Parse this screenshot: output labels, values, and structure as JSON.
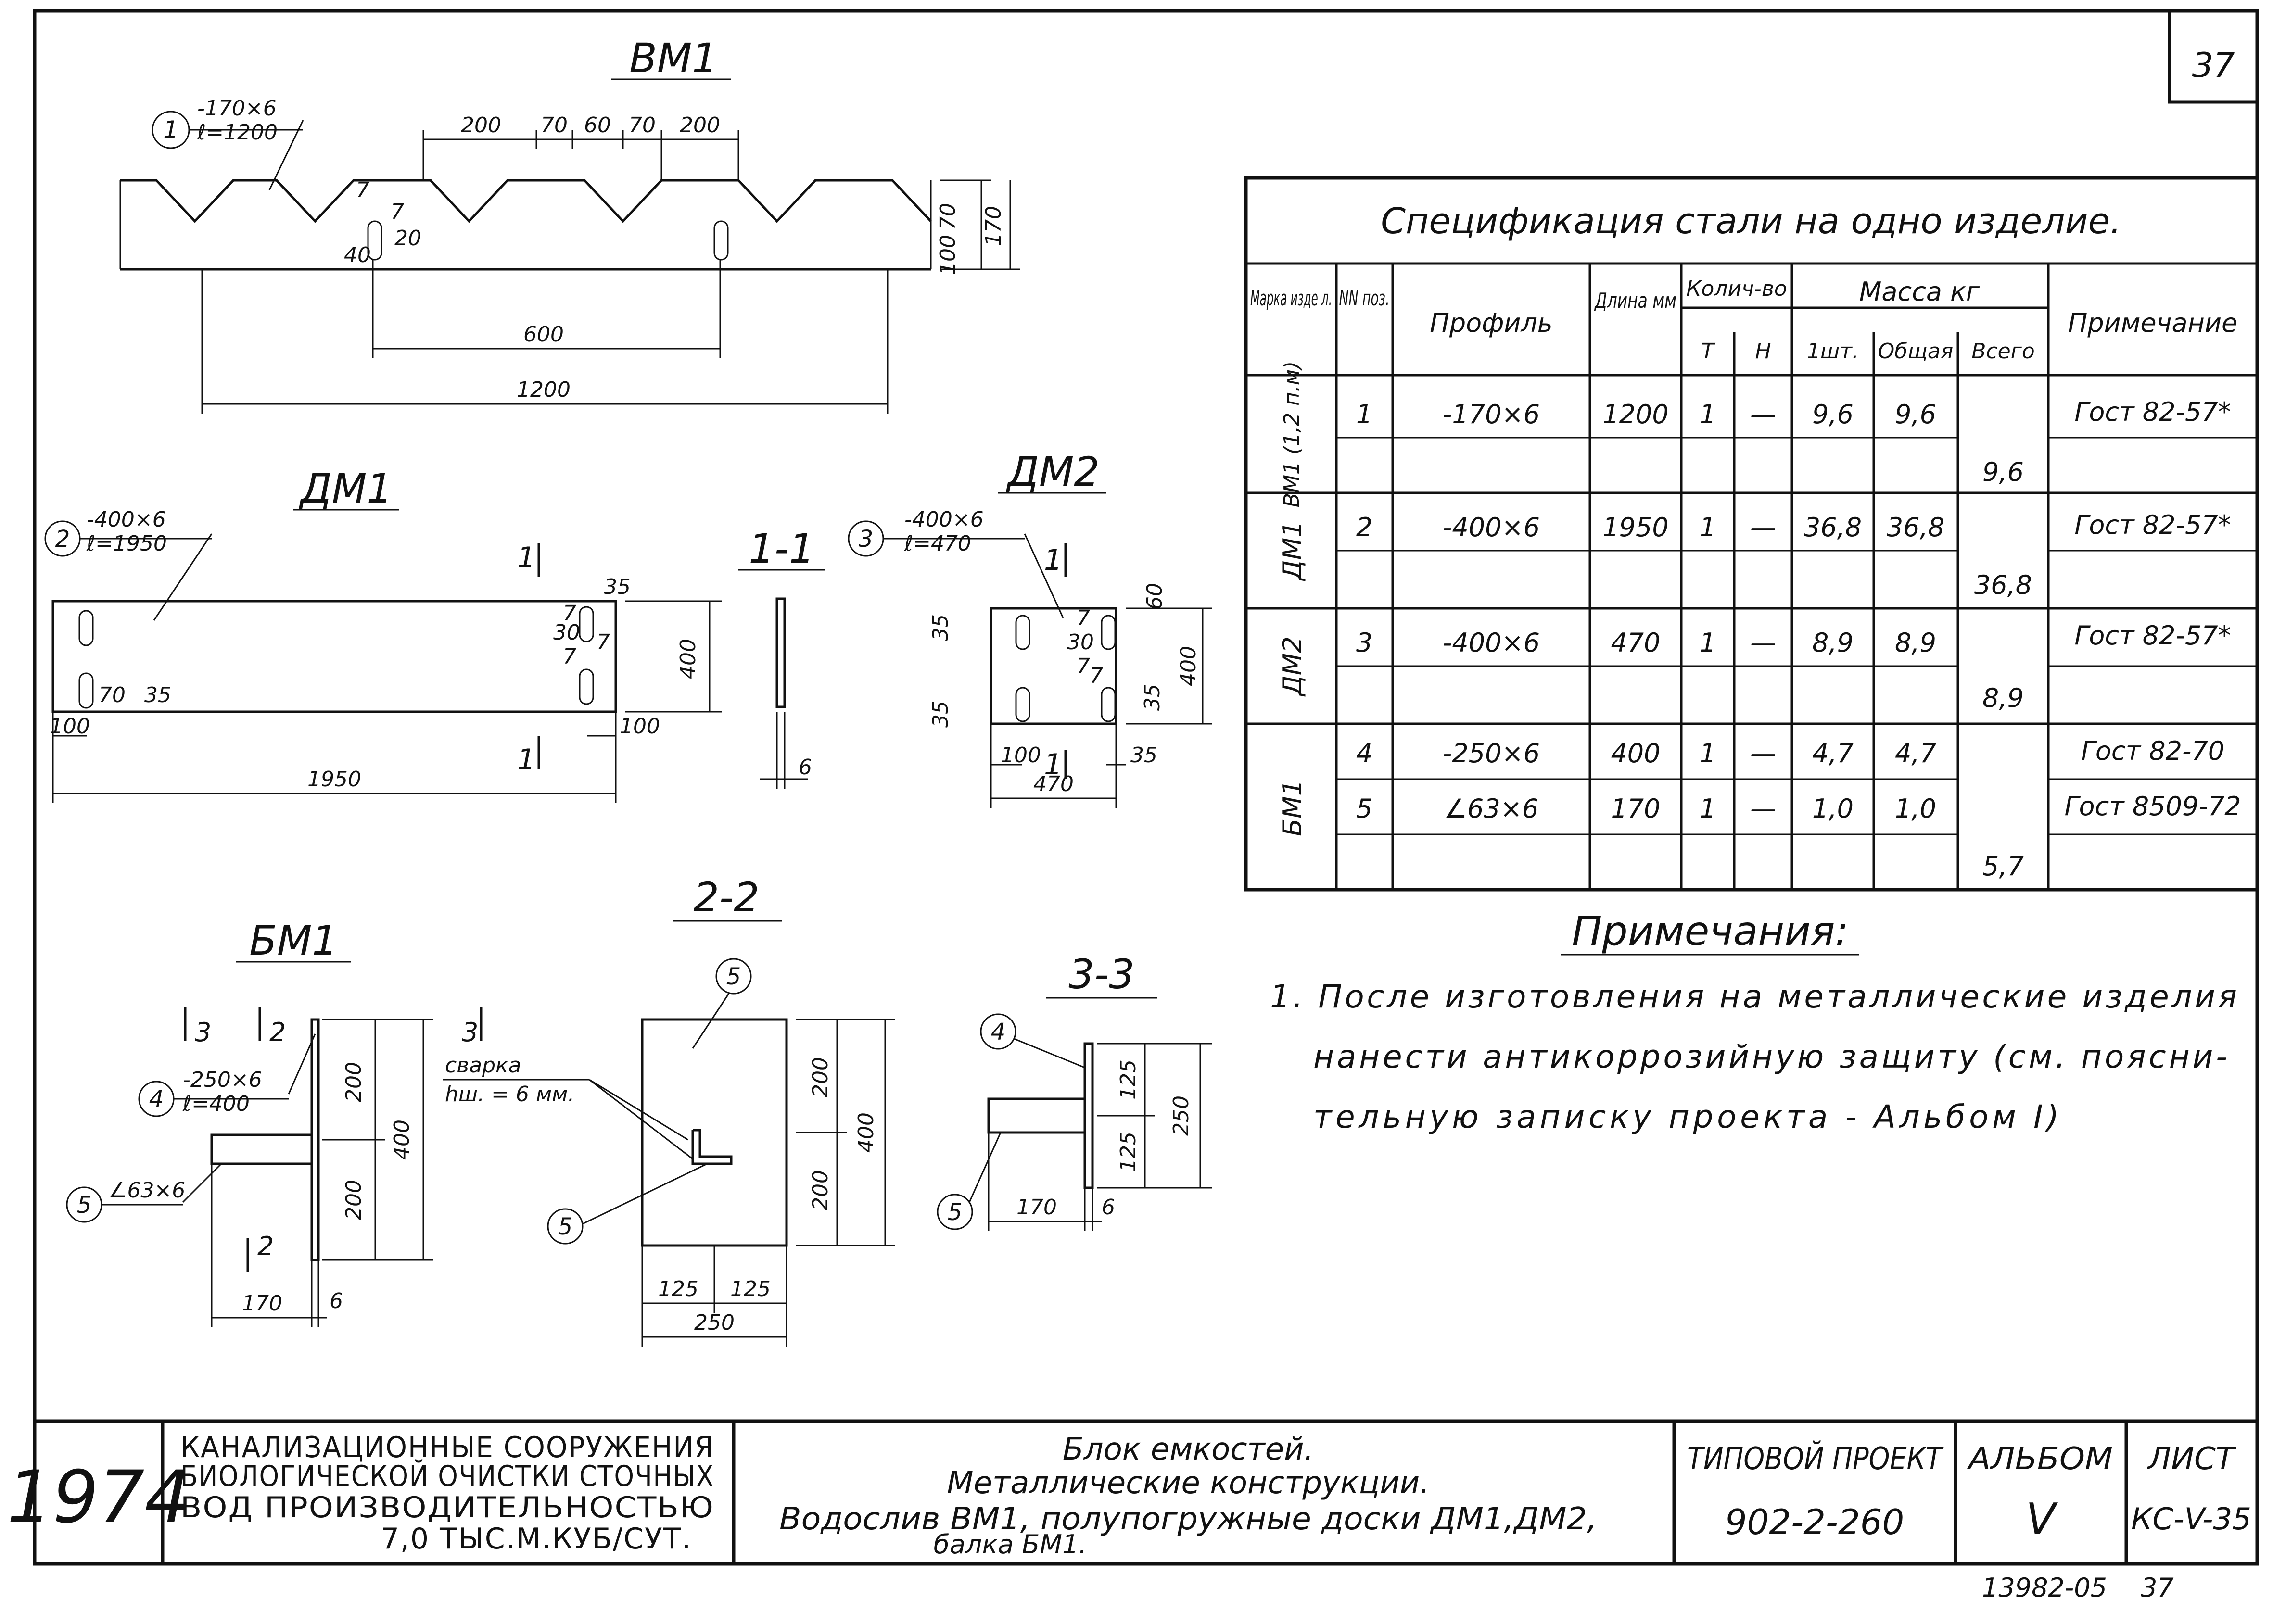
{
  "sheet_number": "37",
  "drawings": {
    "vm1": {
      "title": "ВМ1",
      "pos_num": "1",
      "leader_profile": "-170×6",
      "leader_length": "ℓ=1200",
      "dims": [
        "200",
        "70",
        "60",
        "70",
        "200",
        "7",
        "7",
        "20",
        "40",
        "70",
        "100",
        "170",
        "600",
        "1200"
      ]
    },
    "dm1": {
      "title": "ДМ1",
      "pos_num": "2",
      "leader_profile": "-400×6",
      "leader_length": "ℓ=1950",
      "dims": [
        "1950",
        "400",
        "100",
        "100",
        "35",
        "35",
        "70",
        "7",
        "7",
        "30",
        "7"
      ],
      "section_mark": "1"
    },
    "sec11": {
      "title": "1-1",
      "dim": "6"
    },
    "dm2": {
      "title": "ДМ2",
      "pos_num": "3",
      "leader_profile": "-400×6",
      "leader_length": "ℓ=470",
      "dims": [
        "60",
        "35",
        "35",
        "400",
        "35",
        "100",
        "35",
        "470",
        "7",
        "30",
        "7",
        "7"
      ],
      "section_mark": "1"
    },
    "bm1": {
      "title": "БМ1",
      "pos4": "4",
      "pos5": "5",
      "leader4_profile": "-250×6",
      "leader4_length": "ℓ=400",
      "leader5_profile": "∠63×6",
      "dims": [
        "200",
        "200",
        "400",
        "170",
        "6"
      ],
      "section_marks": [
        "3",
        "2",
        "3",
        "2"
      ]
    },
    "sec22": {
      "title": "2-2",
      "pos": "5",
      "pos_bottom": "5",
      "weld_label": "сварка",
      "weld_size": "hш. = 6 мм.",
      "dims": [
        "200",
        "200",
        "400",
        "125",
        "125",
        "250"
      ]
    },
    "sec33": {
      "title": "3-3",
      "pos4": "4",
      "pos5": "5",
      "dims": [
        "125",
        "125",
        "250",
        "170",
        "6"
      ]
    }
  },
  "spec_table": {
    "title": "Спецификация стали на одно изделие.",
    "headers": {
      "mark": "Марка изде л.",
      "pos": "NN поз.",
      "profile": "Профиль",
      "length": "Длина мм",
      "qty": "Колич-во",
      "qty_t": "Т",
      "qty_n": "Н",
      "mass": "Масса кг",
      "mass_one": "1шт.",
      "mass_total": "Общая",
      "mass_all": "Всего",
      "note": "Примечание"
    },
    "groups": [
      {
        "mark": "ВМ1 (1,2 п.м)",
        "total": "9,6",
        "rows": [
          {
            "pos": "1",
            "profile": "-170×6",
            "length": "1200",
            "t": "1",
            "n": "—",
            "one": "9,6",
            "sum": "9,6",
            "note": "Гост 82-57*"
          }
        ]
      },
      {
        "mark": "ДМ1",
        "total": "36,8",
        "rows": [
          {
            "pos": "2",
            "profile": "-400×6",
            "length": "1950",
            "t": "1",
            "n": "—",
            "one": "36,8",
            "sum": "36,8",
            "note": "Гост 82-57*"
          }
        ]
      },
      {
        "mark": "ДМ2",
        "total": "8,9",
        "rows": [
          {
            "pos": "3",
            "profile": "-400×6",
            "length": "470",
            "t": "1",
            "n": "—",
            "one": "8,9",
            "sum": "8,9",
            "note": "Гост 82-57*"
          }
        ]
      },
      {
        "mark": "БМ1",
        "total": "5,7",
        "rows": [
          {
            "pos": "4",
            "profile": "-250×6",
            "length": "400",
            "t": "1",
            "n": "—",
            "one": "4,7",
            "sum": "4,7",
            "note": "Гост 82-70"
          },
          {
            "pos": "5",
            "profile": "∠63×6",
            "length": "170",
            "t": "1",
            "n": "—",
            "one": "1,0",
            "sum": "1,0",
            "note": "Гост 8509-72"
          }
        ]
      }
    ]
  },
  "notes": {
    "heading": "Примечания:",
    "lines": [
      "1. После изготовления на металлические изделия",
      "нанести антикоррозийную защиту (см. поясни-",
      "тельную записку проекта - Альбом I)"
    ]
  },
  "title_block": {
    "year": "1974",
    "org_lines": [
      "КАНАЛИЗАЦИОННЫЕ СООРУЖЕНИЯ",
      "БИОЛОГИЧЕСКОЙ ОЧИСТКИ СТОЧНЫХ",
      "ВОД ПРОИЗВОДИТЕЛЬНОСТЬЮ",
      "7,0 ТЫС.М.КУБ/СУТ."
    ],
    "title_lines": [
      "Блок емкостей.",
      "Металлические конструкции.",
      "Водослив ВМ1, полупогружные доски ДМ1,ДМ2,",
      "балка БМ1."
    ],
    "project_label": "ТИПОВОЙ ПРОЕКТ",
    "project_number": "902-2-260",
    "album_label": "АЛЬБОМ",
    "album_number": "V",
    "sheet_label": "ЛИСТ",
    "sheet_code": "КС-V-35"
  },
  "footer": {
    "archive_number": "13982-05",
    "page": "37"
  }
}
